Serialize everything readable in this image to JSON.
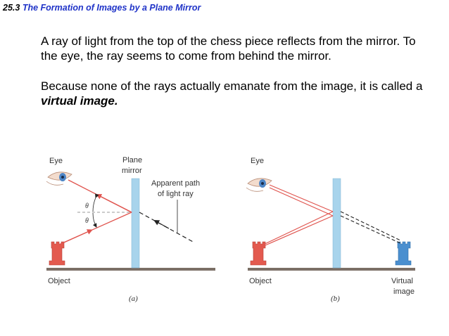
{
  "header": {
    "number": "25.3",
    "title": "The Formation of Images by a Plane Mirror"
  },
  "body": {
    "paragraph1": "A ray of light from the top of the chess piece reflects from the mirror. To the eye, the ray seems to come from behind the mirror.",
    "paragraph2_start": "Because none of the rays actually emanate from the image, it is called a ",
    "paragraph2_emphasis": "virtual image."
  },
  "figure_a": {
    "eye_label": "Eye",
    "mirror_label_line1": "Plane",
    "mirror_label_line2": "mirror",
    "path_label_line1": "Apparent path",
    "path_label_line2": "of light ray",
    "theta_top": "θ",
    "theta_bottom": "θ",
    "object_label": "Object",
    "caption": "(a)"
  },
  "figure_b": {
    "eye_label": "Eye",
    "object_label": "Object",
    "image_label_line1": "Virtual",
    "image_label_line2": "image",
    "caption": "(b)"
  },
  "colors": {
    "title_blue": "#1f33c8",
    "ray_red": "#e0554f",
    "mirror_blue": "#a8d4ec",
    "piece_red": "#e35a4f",
    "piece_blue": "#4a8fcf",
    "ground": "#7b6f66"
  }
}
